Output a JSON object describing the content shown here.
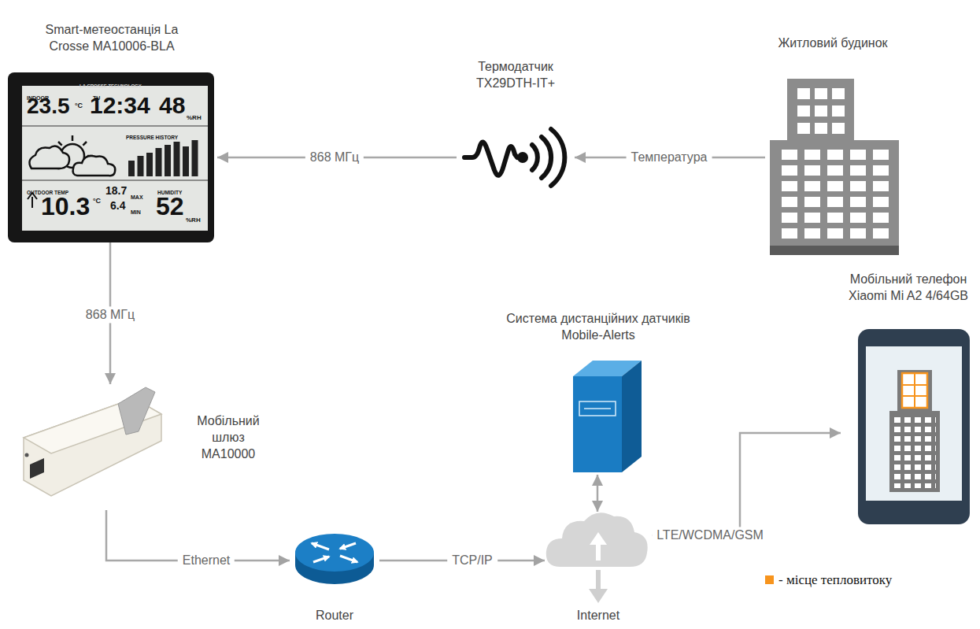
{
  "diagram": {
    "nodes": [
      {
        "text": [
          "Smart-метеостанція La Crosse MA10006-BLA"
        ]
      },
      {
        "text": [
          "Термодатчик TX29DTH-IT+"
        ]
      },
      {
        "text": [
          "Житловий будинок"
        ]
      },
      {
        "text": [
          "Мобільний шлюз MA10000"
        ]
      },
      {
        "text": [
          "Router"
        ]
      },
      {
        "text": [
          "Internet"
        ]
      },
      {
        "text": [
          "Система дистанційних датчиків Mobile-Alerts"
        ]
      },
      {
        "text": [
          "Мобільний телефон Xiaomi Mi A2 4/64GB"
        ]
      }
    ],
    "edges": [
      {
        "from": 2,
        "to": 1,
        "label": "Температура",
        "arrow": "to"
      },
      {
        "from": 1,
        "to": 0,
        "label": "868 МГц",
        "arrow": "to"
      },
      {
        "from": 0,
        "to": 3,
        "label": "868 МГц",
        "arrow": "to"
      },
      {
        "from": 3,
        "to": 4,
        "label": "Ethernet",
        "arrow": "to"
      },
      {
        "from": 4,
        "to": 5,
        "label": "TCP/IP",
        "arrow": "to"
      },
      {
        "from": 5,
        "to": 6,
        "arrow": "both"
      },
      {
        "from": 5,
        "to": 7,
        "label": "LTE/WCDMA/GSM",
        "arrow": "both"
      }
    ],
    "labels": [
      "LA CROSSE TECHNOLOGY",
      "INDOOR",
      "23.5",
      "°C",
      "TU",
      "12:34",
      "48",
      "%RH",
      "PRESSURE HISTORY",
      "OUTDOOR TEMP",
      "10.3",
      "°C",
      "18.7",
      "MAX",
      "6.4",
      "MIN",
      "HUMIDITY",
      "52",
      "%RH"
    ],
    "legend": [
      {
        "text": "- місце тепловитоку",
        "color": "#f7941d"
      }
    ]
  }
}
